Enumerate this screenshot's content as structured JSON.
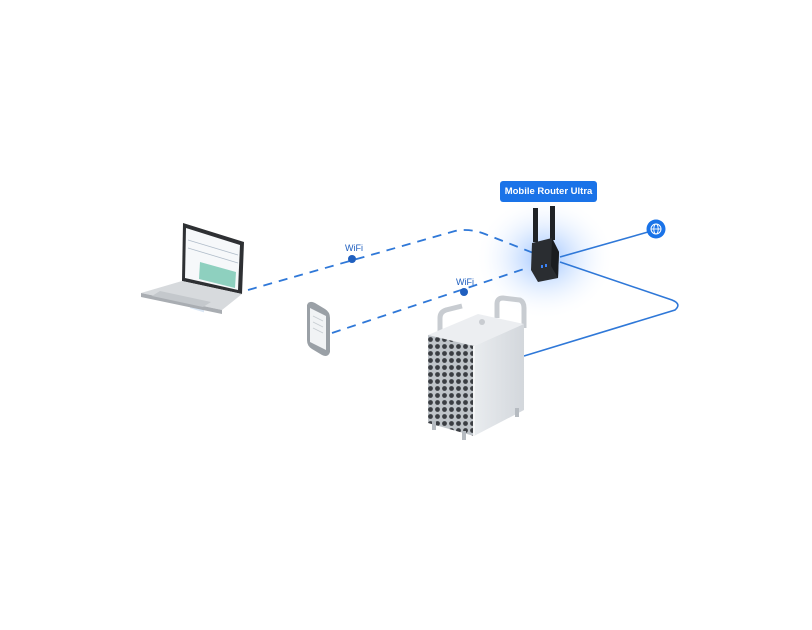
{
  "router": {
    "label": "Mobile Router Ultra"
  },
  "connections": {
    "wifi_1": {
      "label": "WiFi"
    },
    "wifi_2": {
      "label": "WiFi"
    }
  },
  "devices": {
    "laptop": {
      "icon": "laptop-icon"
    },
    "phone": {
      "icon": "smartphone-icon"
    },
    "workstation": {
      "icon": "tower-computer-icon"
    },
    "router": {
      "icon": "router-icon"
    },
    "internet": {
      "icon": "globe-icon"
    }
  },
  "colors": {
    "accent": "#1a73e8",
    "link": "#1f6fd8",
    "glow": "#4a90ff"
  }
}
